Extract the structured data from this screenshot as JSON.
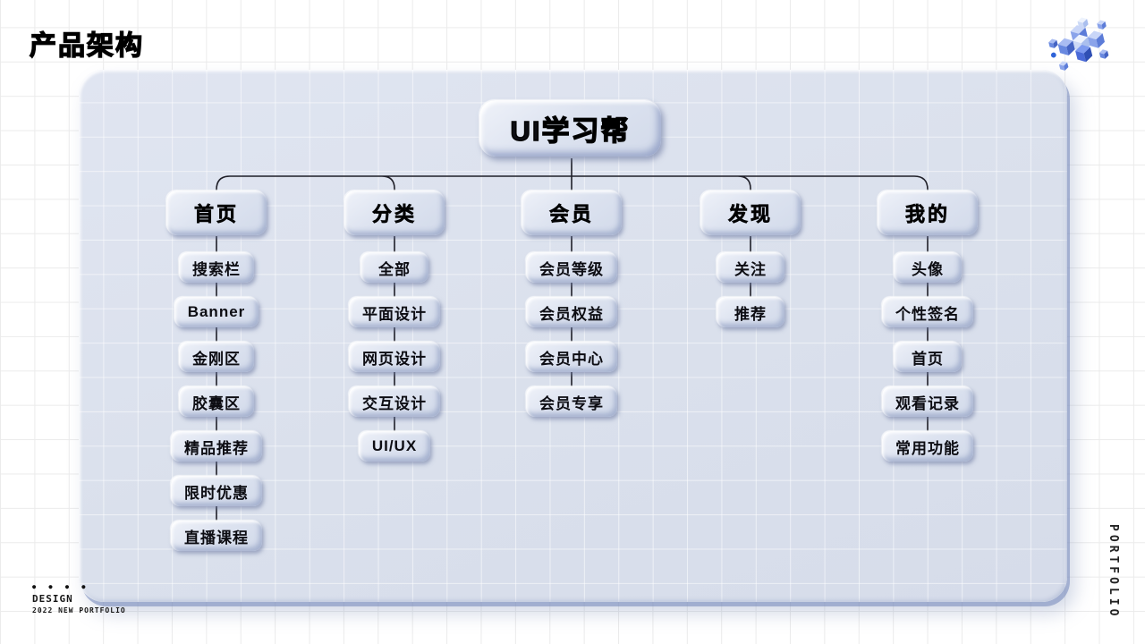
{
  "page": {
    "title": "产品架构"
  },
  "brand": {
    "footer_dots": "● ● ● ●",
    "footer_line1": "DESIGN",
    "footer_line2": "2022 NEW PORTFOLIO",
    "side_label": "PORTFOLIO"
  },
  "colors": {
    "panel_fill": "#dbe0ec",
    "node_fill": "#dde3f0",
    "connector_line": "#1f1f28",
    "accent_blue": "#5b7cd6",
    "accent_blue_dark": "#2f4fb4"
  },
  "tree": {
    "root": "UI学习帮",
    "branches": [
      {
        "label": "首页",
        "children": [
          "搜索栏",
          "Banner",
          "金刚区",
          "胶囊区",
          "精品推荐",
          "限时优惠",
          "直播课程"
        ]
      },
      {
        "label": "分类",
        "children": [
          "全部",
          "平面设计",
          "网页设计",
          "交互设计",
          "UI/UX"
        ]
      },
      {
        "label": "会员",
        "children": [
          "会员等级",
          "会员权益",
          "会员中心",
          "会员专享"
        ]
      },
      {
        "label": "发现",
        "children": [
          "关注",
          "推荐"
        ]
      },
      {
        "label": "我的",
        "children": [
          "头像",
          "个性签名",
          "首页",
          "观看记录",
          "常用功能"
        ]
      }
    ]
  }
}
